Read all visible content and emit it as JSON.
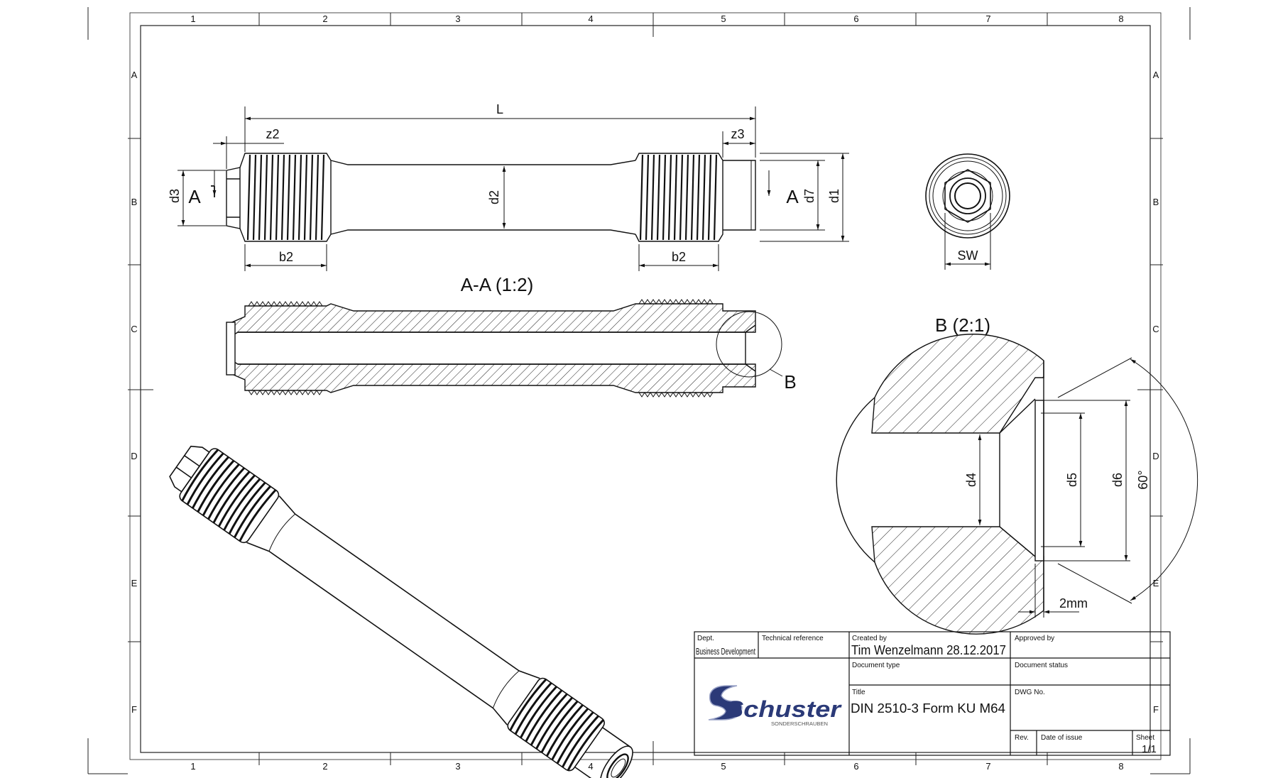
{
  "drawing": {
    "zone_cols": [
      "1",
      "2",
      "3",
      "4",
      "5",
      "6",
      "7",
      "8"
    ],
    "zone_rows": [
      "A",
      "B",
      "C",
      "D",
      "E",
      "F"
    ],
    "dims": {
      "L": "L",
      "z2": "z2",
      "z3": "z3",
      "d3": "d3",
      "d2": "d2",
      "d7": "d7",
      "d1": "d1",
      "b2": "b2",
      "SW": "SW",
      "d4": "d4",
      "d5": "d5",
      "d6": "d6",
      "angle": "60°",
      "gap": "2mm"
    },
    "section_marker": "A",
    "section_view_label": "A-A (1:2)",
    "detail_marker": "B",
    "detail_view_label": "B (2:1)"
  },
  "title_block": {
    "dept_label": "Dept.",
    "dept_value": "Business Development",
    "tech_ref_label": "Technical reference",
    "created_by_label": "Created by",
    "created_by_value": "Tim Wenzelmann  28.12.2017",
    "approved_by_label": "Approved by",
    "doc_type_label": "Document type",
    "doc_status_label": "Document status",
    "title_label": "Title",
    "title_value": "DIN 2510-3 Form KU  M64",
    "dwg_no_label": "DWG No.",
    "rev_label": "Rev.",
    "date_issue_label": "Date of issue",
    "sheet_label": "Sheet",
    "sheet_value": "1/1",
    "logo_text": "Schuster",
    "logo_subtext": "SONDERSCHRAUBEN",
    "logo_color": "#2b3a78"
  }
}
